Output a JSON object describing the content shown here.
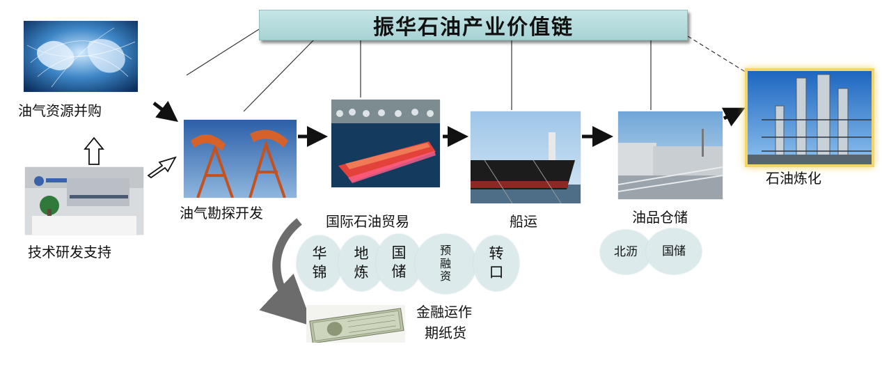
{
  "title": "振华石油产业价值链",
  "nodes": {
    "acquisition": "油气资源并购",
    "rnd": "技术研发支持",
    "exploration": "油气勘探开发",
    "trade": "国际石油贸易",
    "shipping": "船运",
    "storage": "油品仓储",
    "refining": "石油炼化",
    "finance_line1": "金融运作",
    "finance_line2": "期纸货"
  },
  "trade_items": [
    "华锦",
    "地炼",
    "国储",
    "预融资",
    "转口"
  ],
  "storage_items": [
    "北沥",
    "国储"
  ],
  "colors": {
    "title_bg": "#b5dcdd",
    "bubble_bg": "#dceaec",
    "arrow": "#111111",
    "refining_glow": "#f3d56a"
  },
  "icons": {
    "globe": "world-network-image",
    "lobby": "office-lobby-image",
    "pumpjack": "oil-pumpjack-image",
    "tanker": "oil-tanker-image",
    "ship": "cargo-ship-image",
    "tanks": "storage-tanks-image",
    "refinery": "refinery-image",
    "money": "banknotes-image"
  }
}
